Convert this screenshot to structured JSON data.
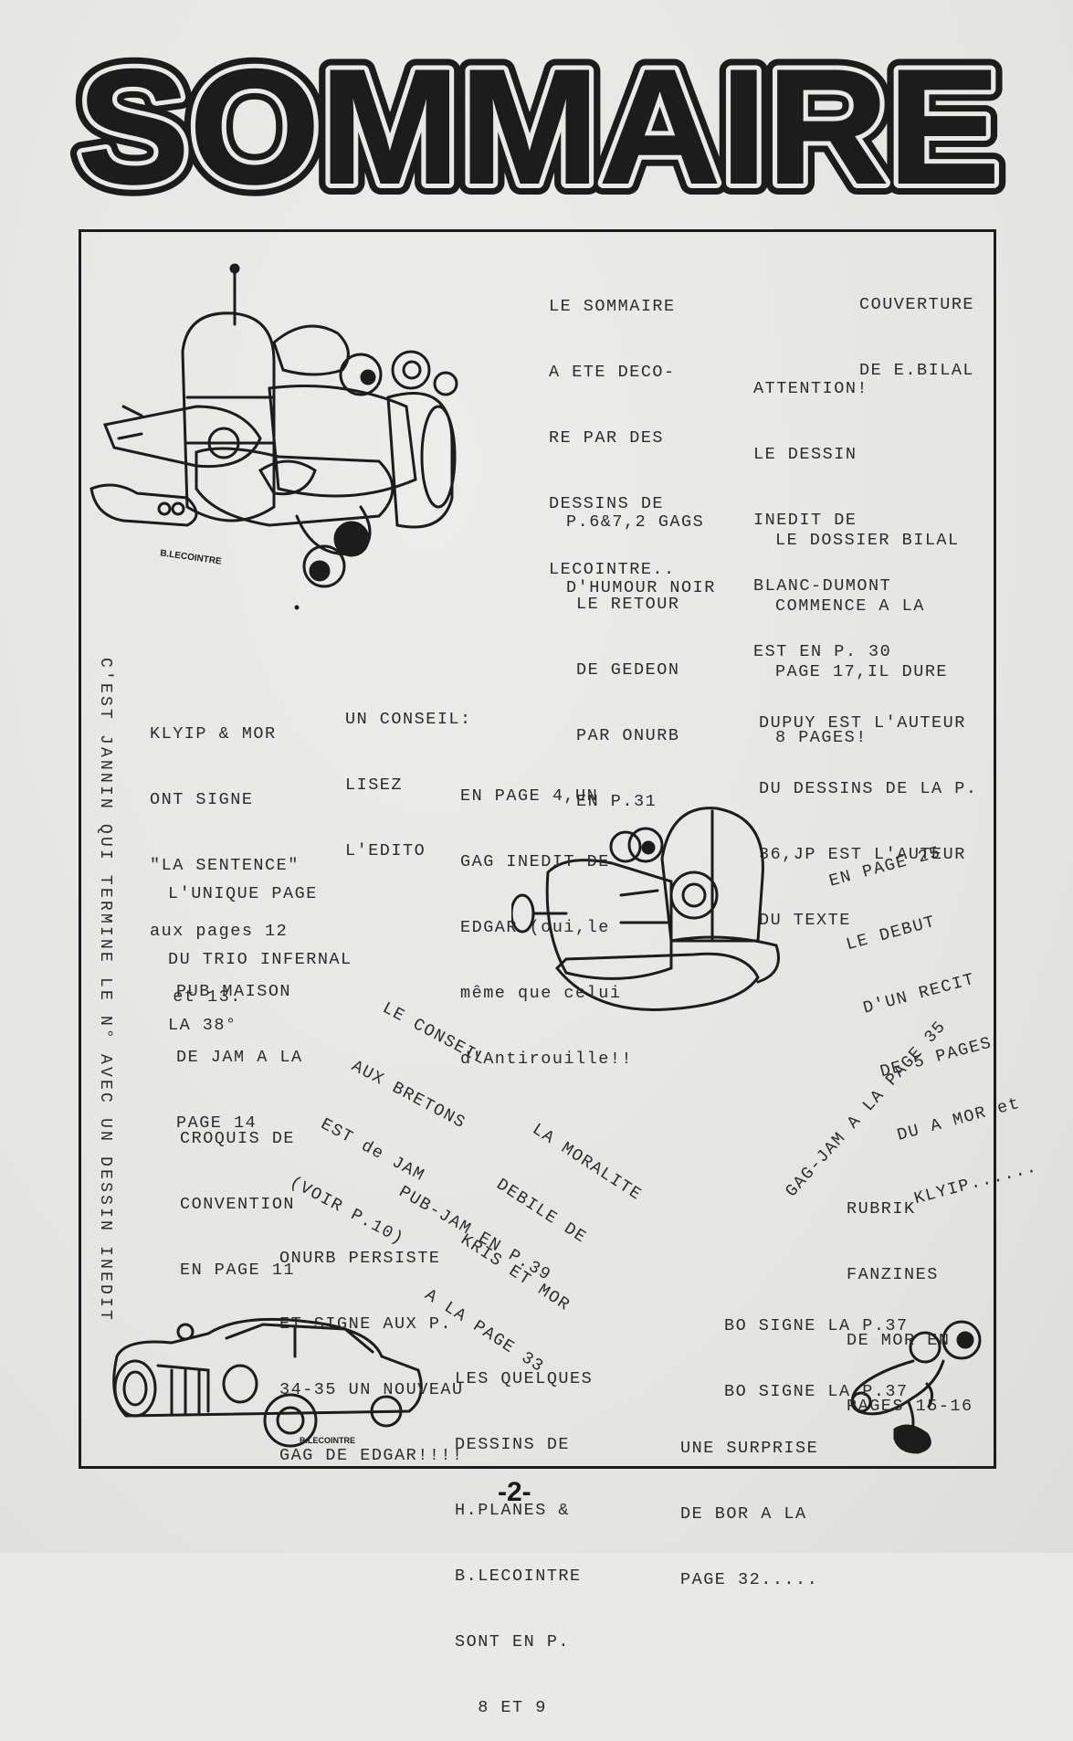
{
  "title": "SOMMAIRE",
  "page_number": "-2-",
  "vertical_text": "C'EST JANNIN QUI TERMINE LE N° AVEC UN DESSIN INEDIT",
  "notes": {
    "sommaire_decore": [
      "LE SOMMAIRE",
      "A ETE DECO-",
      "RE PAR DES",
      "DESSINS DE",
      "LECOINTRE.."
    ],
    "couverture": [
      "COUVERTURE",
      "DE E.BILAL"
    ],
    "attention": [
      "ATTENTION!",
      "LE DESSIN",
      "INEDIT DE",
      "BLANC-DUMONT",
      "EST EN P. 30"
    ],
    "gags_humour": [
      "P.6&7,2 GAGS",
      "D'HUMOUR NOIR"
    ],
    "dossier_bilal": [
      "LE DOSSIER BILAL",
      "COMMENCE A LA",
      "PAGE 17,IL DURE",
      "8 PAGES!"
    ],
    "retour_gedeon": [
      "LE RETOUR",
      "DE GEDEON",
      "PAR ONURB",
      "EN P.31"
    ],
    "klyip_mor": [
      "KLYIP & MOR",
      "ONT SIGNE",
      "\"LA SENTENCE\"",
      "aux pages 12",
      "  et 13."
    ],
    "conseil": [
      "UN CONSEIL:",
      "LISEZ",
      "L'EDITO"
    ],
    "dupuy": [
      "DUPUY EST L'AUTEUR",
      "DU DESSINS DE LA P.",
      "36,JP EST L'AUTEUR",
      "DU TEXTE"
    ],
    "page4": [
      "EN PAGE 4,UN",
      "GAG INEDIT DE",
      "EDGAR (oui,le",
      "même que celui",
      "d'Antirouille!!"
    ],
    "trio": [
      "L'UNIQUE PAGE",
      "DU TRIO INFERNAL",
      "LA 38°"
    ],
    "page25": [
      "EN PAGE 25",
      "LE DEBUT",
      "D'UN RECIT",
      "DE 5 PAGES",
      "DU A MOR et",
      "KLYIP......"
    ],
    "pub_maison": [
      "PUB MAISON",
      "DE JAM A LA",
      "PAGE 14"
    ],
    "conseil_bretons": [
      "LE CONSEIL",
      "AUX BRETONS",
      "EST de JAM",
      "(VOIR P.10)"
    ],
    "gag_jam": [
      "GAG-JAM A LA PAGE 35"
    ],
    "croquis": [
      "CROQUIS DE",
      "CONVENTION",
      "EN PAGE 11"
    ],
    "moralite": [
      "LA MORALITE",
      "DEBILE DE",
      "KRIS ET MOR",
      "A LA PAGE 33"
    ],
    "rubrik": [
      "RUBRIK",
      "FANZINES",
      "DE MOR EN",
      "PAGES 15-16"
    ],
    "pub_jam": [
      "PUB-JAM EN P.39"
    ],
    "onurb": [
      "ONURB PERSISTE",
      "ET SIGNE AUX P.",
      "34-35 UN NOUVEAU",
      "GAG DE EDGAR!!!!"
    ],
    "bo_signe": [
      "BO SIGNE LA P.37",
      "BO SIGNE LA P.37"
    ],
    "quelques_dessins": [
      "LES QUELQUES",
      "DESSINS DE",
      "H.PLANES &",
      "B.LECOINTRE",
      "SONT EN P.",
      "  8 ET 9"
    ],
    "surprise": [
      "UNE SURPRISE",
      "DE BOR A LA",
      "PAGE 32....."
    ]
  },
  "signatures": {
    "robot_top": "B.LECOINTRE",
    "car": "B.LECOINTRE"
  },
  "colors": {
    "ink": "#1c1c1c",
    "paper": "#e9e9e6",
    "type": "#2b2b2b"
  }
}
